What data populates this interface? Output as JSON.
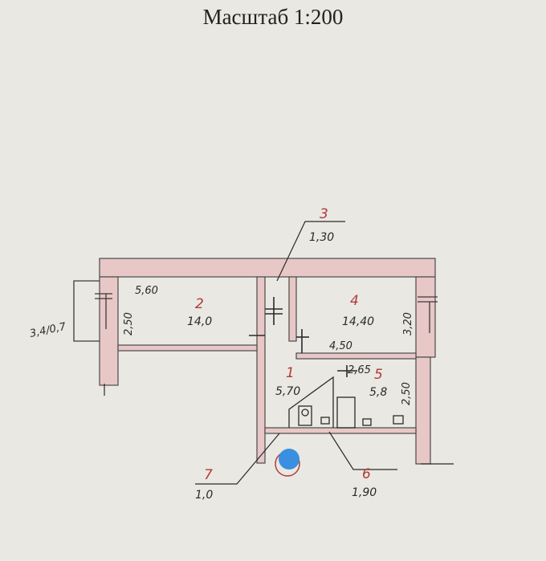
{
  "header": {
    "scale_label": "Масштаб 1:200"
  },
  "colors": {
    "wall_fill": "#e8c7c7",
    "wall_stroke": "#4a4a4a",
    "room_number": "#b23a3a",
    "paper": "#e9e8e2",
    "marker": "#3b8fe0"
  },
  "rooms": [
    {
      "number": "1",
      "area": "5,70"
    },
    {
      "number": "2",
      "area": "14,0",
      "length": "5,60",
      "width": "2,50"
    },
    {
      "number": "3",
      "area": "1,30"
    },
    {
      "number": "4",
      "area": "14,40",
      "length": "4,50",
      "width": "3,20"
    },
    {
      "number": "5",
      "area": "5,8",
      "length": "2,65",
      "width": "2,50"
    },
    {
      "number": "6",
      "area": "1,90"
    },
    {
      "number": "7",
      "area": "1,0"
    }
  ],
  "balcony": {
    "label": "3,4/0,7"
  }
}
